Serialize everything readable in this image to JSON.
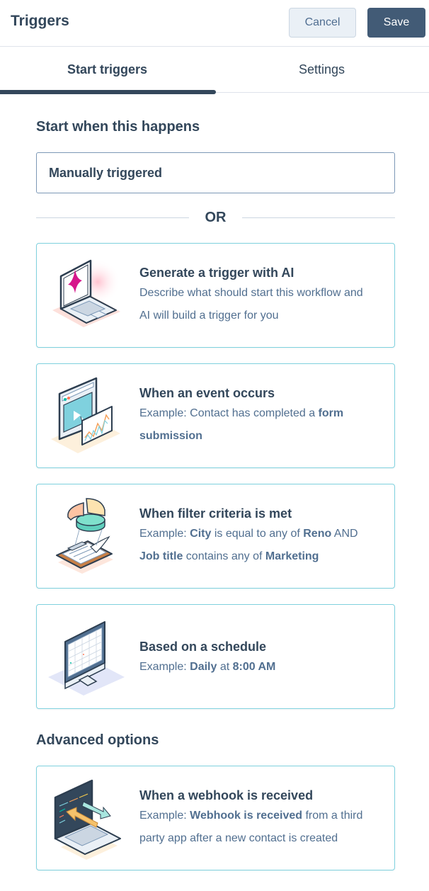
{
  "header": {
    "title": "Triggers",
    "cancel_label": "Cancel",
    "save_label": "Save"
  },
  "tabs": [
    {
      "label": "Start triggers",
      "active": true
    },
    {
      "label": "Settings",
      "active": false
    }
  ],
  "start": {
    "section_title": "Start when this happens",
    "selected_trigger": "Manually triggered",
    "divider_text": "OR"
  },
  "cards": [
    {
      "title": "Generate a trigger with AI",
      "desc_line1": "Describe what should start this workflow and",
      "desc_line2": "AI will build a trigger for you",
      "icon": "ai-laptop-sparkle-illustration"
    },
    {
      "title": "When an event occurs",
      "desc_prefix": "Example: Contact has completed a ",
      "desc_bold1": "form",
      "desc_bold2": "submission",
      "icon": "event-video-chart-illustration"
    },
    {
      "title": "When filter criteria is met",
      "desc_prefix": "Example: ",
      "desc_bold1": "City",
      "desc_mid1": " is equal to any of ",
      "desc_bold2": "Reno",
      "desc_mid2": " AND",
      "desc_bold3": "Job title",
      "desc_mid3": " contains any of ",
      "desc_bold4": "Marketing",
      "icon": "filter-clipboard-pie-illustration"
    },
    {
      "title": "Based on a schedule",
      "desc_prefix": "Example: ",
      "desc_bold1": "Daily",
      "desc_mid1": " at ",
      "desc_bold2": "8:00 AM",
      "icon": "schedule-calendar-monitor-illustration"
    }
  ],
  "advanced": {
    "section_title": "Advanced options",
    "card": {
      "title": "When a webhook is received",
      "desc_prefix": "Example: ",
      "desc_bold1": "Webhook is received",
      "desc_mid1": " from a third",
      "desc_line2": "party app after a new contact is created",
      "icon": "webhook-laptop-arrows-illustration"
    }
  },
  "colors": {
    "text_primary": "#33475b",
    "text_secondary": "#516f90",
    "save_bg": "#425b76",
    "cancel_bg": "#eaf0f6",
    "card_border": "#7fd1de",
    "ai_sparkle": "#d6168b"
  }
}
